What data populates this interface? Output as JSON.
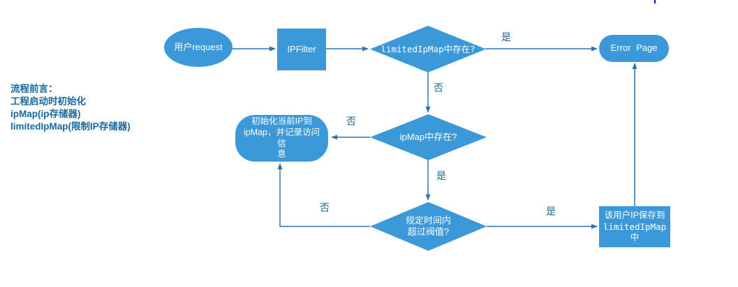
{
  "colors": {
    "node_fill": "#3b99da",
    "line": "#2e74b5",
    "edge_label_text": "#1e6693",
    "note_text": "#1769a2",
    "node_text": "#ffffff"
  },
  "note": {
    "line1": "流程前言：",
    "line2": "工程启动时初始化",
    "line3": "ipMap(ip存储器)",
    "line4": "limitedIpMap(限制IP存储器)"
  },
  "nodes": {
    "start": {
      "label": "用户request"
    },
    "ipfilter": {
      "label": "IPFilter"
    },
    "decision_limited": {
      "label": "limitedIpMap中存在?"
    },
    "error_page": {
      "label": "Error Page"
    },
    "decision_ipmap": {
      "label": "ipMap中存在?"
    },
    "init_box": {
      "line1": "初始化当前IP到",
      "line2": "ipMap，并记录访问信",
      "line3": "息"
    },
    "decision_threshold": {
      "line1": "规定时间内",
      "line2": "超过阀值?"
    },
    "save_box": {
      "line1": "该用户IP保存到",
      "line2": "limitedIpMap中"
    }
  },
  "edge_labels": {
    "limited_yes": "是",
    "limited_no": "否",
    "ipmap_no": "否",
    "ipmap_yes": "是",
    "threshold_no": "否",
    "threshold_yes": "是"
  }
}
